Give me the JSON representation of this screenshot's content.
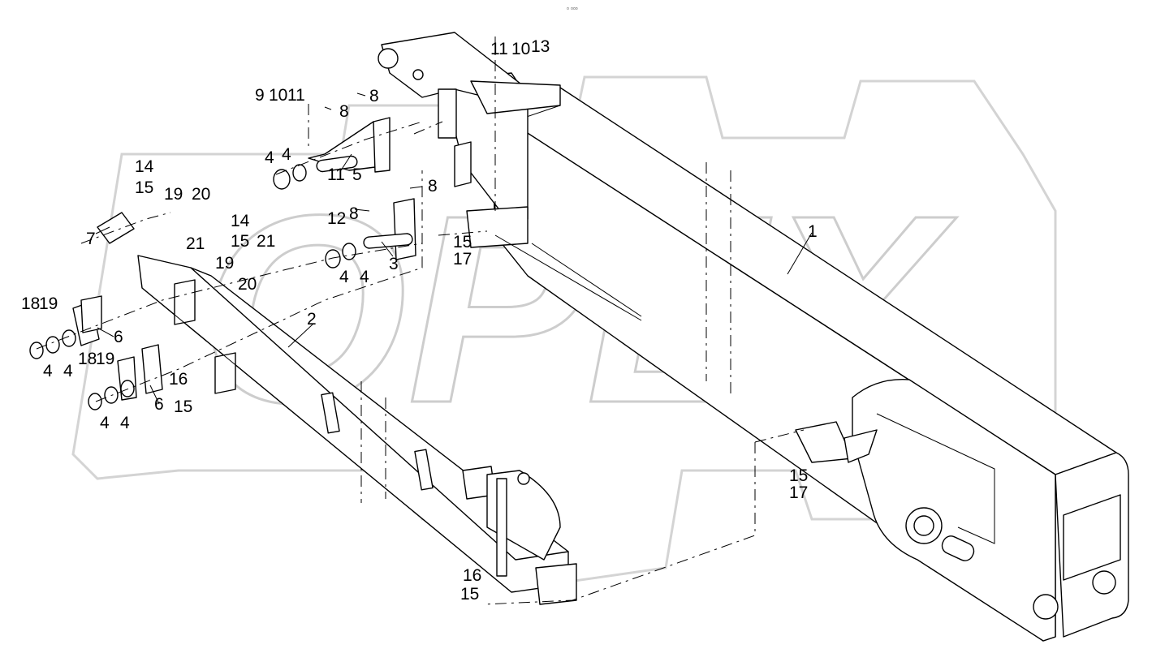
{
  "diagram": {
    "header_mark": "▫ ▫▫▫",
    "watermark": "OPEX",
    "callouts": [
      {
        "id": "c1",
        "text": "1"
      },
      {
        "id": "c2",
        "text": "2"
      },
      {
        "id": "c3",
        "text": "3"
      },
      {
        "id": "c4a",
        "text": "4"
      },
      {
        "id": "c4b",
        "text": "4"
      },
      {
        "id": "c4c",
        "text": "4"
      },
      {
        "id": "c4d",
        "text": "4"
      },
      {
        "id": "c4e",
        "text": "4"
      },
      {
        "id": "c4f",
        "text": "4"
      },
      {
        "id": "c4g",
        "text": "4"
      },
      {
        "id": "c4h",
        "text": "4"
      },
      {
        "id": "c5",
        "text": "5"
      },
      {
        "id": "c6a",
        "text": "6"
      },
      {
        "id": "c6b",
        "text": "6"
      },
      {
        "id": "c7",
        "text": "7"
      },
      {
        "id": "c8a",
        "text": "8"
      },
      {
        "id": "c8b",
        "text": "8"
      },
      {
        "id": "c8c",
        "text": "8"
      },
      {
        "id": "c8d",
        "text": "8"
      },
      {
        "id": "c9",
        "text": "9"
      },
      {
        "id": "c10a",
        "text": "10"
      },
      {
        "id": "c11a",
        "text": "11"
      },
      {
        "id": "c11b",
        "text": "11"
      },
      {
        "id": "c11c",
        "text": "11"
      },
      {
        "id": "c10b",
        "text": "10"
      },
      {
        "id": "c13",
        "text": "13"
      },
      {
        "id": "c12",
        "text": "12"
      },
      {
        "id": "c14a",
        "text": "14"
      },
      {
        "id": "c15a",
        "text": "15"
      },
      {
        "id": "c14b",
        "text": "14"
      },
      {
        "id": "c15b",
        "text": "15"
      },
      {
        "id": "c15c",
        "text": "15"
      },
      {
        "id": "c17a",
        "text": "17"
      },
      {
        "id": "c15d",
        "text": "15"
      },
      {
        "id": "c17b",
        "text": "17"
      },
      {
        "id": "c16a",
        "text": "16"
      },
      {
        "id": "c15e",
        "text": "15"
      },
      {
        "id": "c16b",
        "text": "16"
      },
      {
        "id": "c15f",
        "text": "15"
      },
      {
        "id": "c18a",
        "text": "18"
      },
      {
        "id": "c19a",
        "text": "19"
      },
      {
        "id": "c18b",
        "text": "18"
      },
      {
        "id": "c19b",
        "text": "19"
      },
      {
        "id": "c19c",
        "text": "19"
      },
      {
        "id": "c20a",
        "text": "20"
      },
      {
        "id": "c21a",
        "text": "21"
      },
      {
        "id": "c21b",
        "text": "21"
      },
      {
        "id": "c19d",
        "text": "19"
      },
      {
        "id": "c20b",
        "text": "20"
      }
    ]
  }
}
